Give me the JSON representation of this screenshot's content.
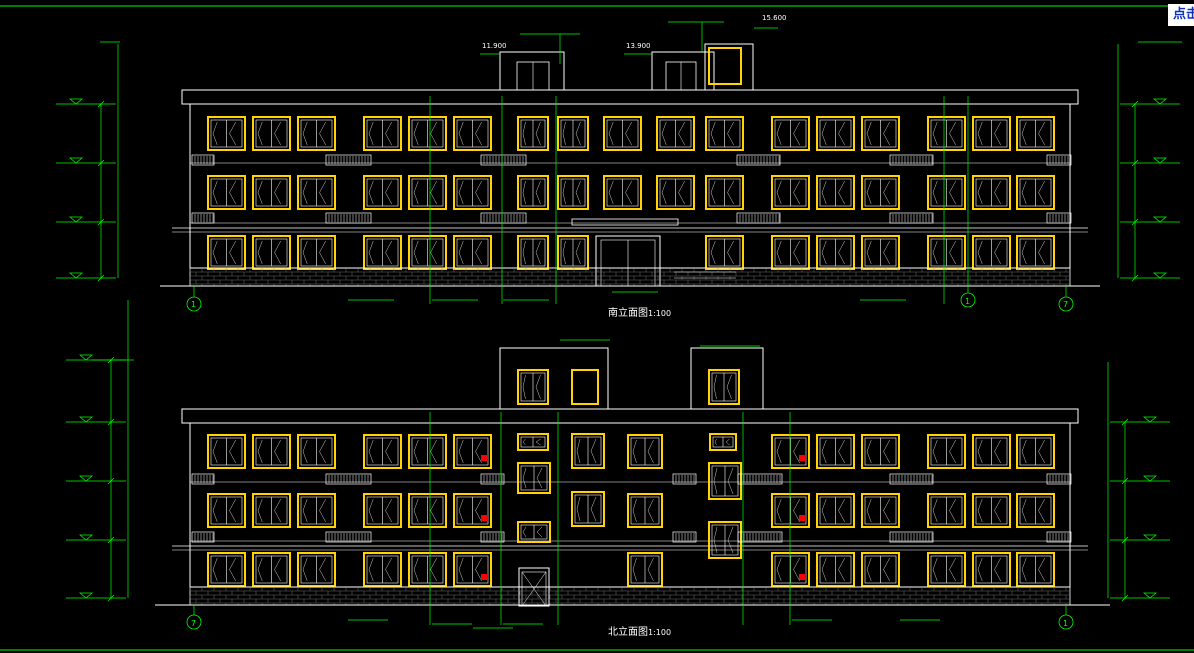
{
  "corner_button": "点击",
  "colors": {
    "background": "#000000",
    "outline": "#ffffff",
    "dimension": "#00ff00",
    "window": "#ffd400",
    "window_detail": "#ffffff",
    "marker": "#ff0000"
  },
  "south": {
    "title": "南立面图",
    "scale": "1:100",
    "elevations": [
      "11.900",
      "13.900",
      "15.600"
    ],
    "axes": [
      "1",
      "1",
      "7"
    ]
  },
  "north": {
    "title": "北立面图",
    "scale": "1:100",
    "axes": [
      "7",
      "1"
    ]
  }
}
